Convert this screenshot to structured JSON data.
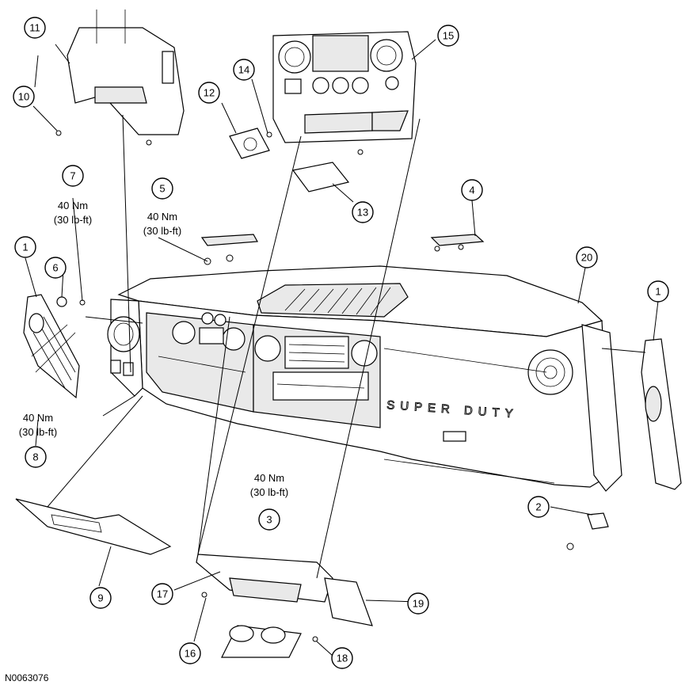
{
  "figure_id": "N0063076",
  "brand_text": "SUPER DUTY",
  "callouts": [
    "1",
    "1",
    "2",
    "3",
    "4",
    "5",
    "6",
    "7",
    "8",
    "9",
    "10",
    "11",
    "12",
    "13",
    "14",
    "15",
    "16",
    "17",
    "18",
    "19",
    "20"
  ],
  "torque_specs": {
    "spec_5": {
      "nm": "40 Nm",
      "lbft": "(30 lb-ft)"
    },
    "spec_7": {
      "nm": "40 Nm",
      "lbft": "(30 lb-ft)"
    },
    "spec_8": {
      "nm": "40 Nm",
      "lbft": "(30 lb-ft)"
    },
    "spec_3": {
      "nm": "40 Nm",
      "lbft": "(30 lb-ft)"
    }
  }
}
